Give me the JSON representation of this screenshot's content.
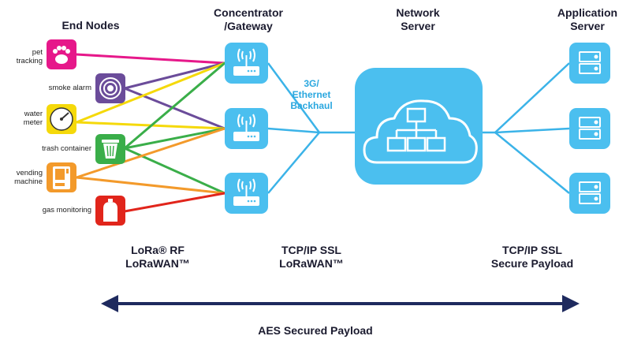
{
  "headers": {
    "end_nodes": "End Nodes",
    "gateway_line1": "Concentrator",
    "gateway_line2": "/Gateway",
    "network_line1": "Network",
    "network_line2": "Server",
    "app_line1": "Application",
    "app_line2": "Server"
  },
  "end_nodes": [
    {
      "label_line1": "pet",
      "label_line2": "tracking",
      "color": "#e6188a",
      "icon": "paw-icon"
    },
    {
      "label_line1": "smoke alarm",
      "label_line2": "",
      "color": "#6b4c9a",
      "icon": "smoke-alarm-icon"
    },
    {
      "label_line1": "water",
      "label_line2": "meter",
      "color": "#f5d90a",
      "icon": "gauge-icon"
    },
    {
      "label_line1": "trash container",
      "label_line2": "",
      "color": "#3aae49",
      "icon": "trash-icon"
    },
    {
      "label_line1": "vending",
      "label_line2": "machine",
      "color": "#f39a2b",
      "icon": "vending-icon"
    },
    {
      "label_line1": "gas monitoring",
      "label_line2": "",
      "color": "#e1251b",
      "icon": "gas-cylinder-icon"
    }
  ],
  "backhaul": {
    "line1": "3G/",
    "line2": "Ethernet",
    "line3": "Backhaul"
  },
  "protocols": {
    "rf_line1": "LoRa® RF",
    "rf_line2": "LoRaWAN™",
    "tcp1_line1": "TCP/IP SSL",
    "tcp1_line2": "LoRaWAN™",
    "tcp2_line1": "TCP/IP SSL",
    "tcp2_line2": "Secure Payload"
  },
  "footer": "AES Secured Payload",
  "colors": {
    "accent": "#4bbfef",
    "accent_dark": "#1e8fc6",
    "arrow": "#1e2a5e",
    "text": "#1b1b2f"
  }
}
